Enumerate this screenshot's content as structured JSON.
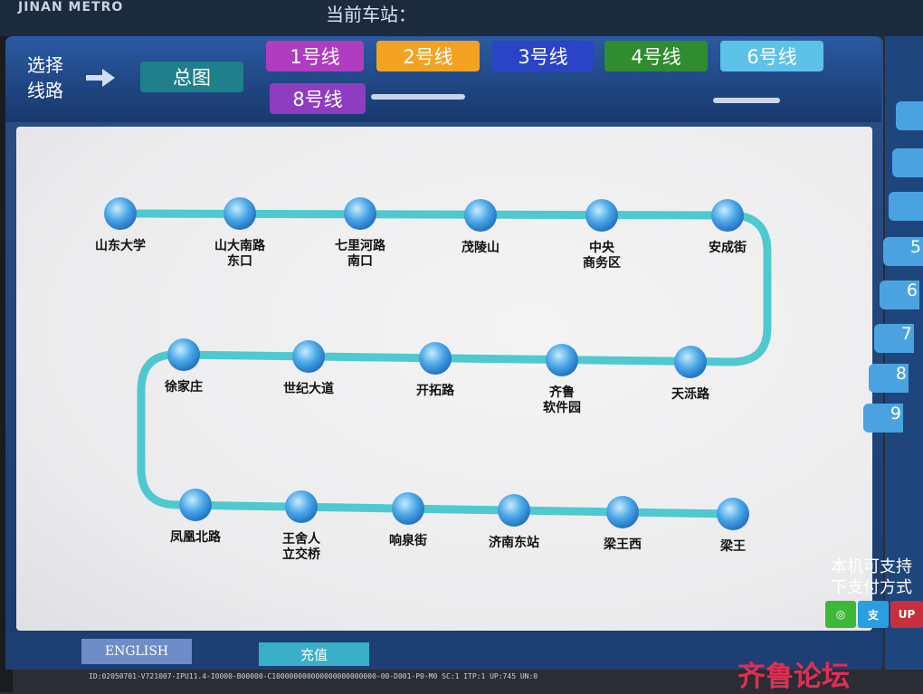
{
  "header": {
    "brand": "JINAN METRO",
    "title_partial": "当前车站："
  },
  "selector": {
    "label": "选择\n线路",
    "overview": "总图",
    "lines": [
      {
        "label": "1号线",
        "color": "#b03cc0"
      },
      {
        "label": "2号线",
        "color": "#f3a321"
      },
      {
        "label": "3号线",
        "color": "#2a43c7"
      },
      {
        "label": "4号线",
        "color": "#2f8d2f"
      },
      {
        "label": "6号线",
        "color": "#5cc2e8"
      },
      {
        "label": "8号线",
        "color": "#8e3cc0"
      }
    ]
  },
  "route": {
    "line_color": "#4fc9cf",
    "stations": [
      {
        "name": "山东大学"
      },
      {
        "name": "山大南路\n东口"
      },
      {
        "name": "七里河路\n南口"
      },
      {
        "name": "茂陵山"
      },
      {
        "name": "中央\n商务区"
      },
      {
        "name": "安成街"
      },
      {
        "name": "天泺路"
      },
      {
        "name": "齐鲁\n软件园"
      },
      {
        "name": "开拓路"
      },
      {
        "name": "世纪大道"
      },
      {
        "name": "徐家庄"
      },
      {
        "name": "凤凰北路"
      },
      {
        "name": "王舍人\n立交桥"
      },
      {
        "name": "响泉街"
      },
      {
        "name": "济南东站"
      },
      {
        "name": "梁王西"
      },
      {
        "name": "梁王"
      }
    ]
  },
  "numpad": [
    "5",
    "6",
    "7",
    "8",
    "9"
  ],
  "payment": {
    "text": "本机可支持\n下支付方式",
    "icons": [
      "wechat-pay-icon",
      "alipay-icon",
      "unionpay-icon"
    ]
  },
  "footer": {
    "english_label": "ENGLISH",
    "recharge_label": "充值",
    "status": "ID:02050701-V721007-IPU11.4-I0000-B00000-C100000000000000000000000-00-D001-P0-M0 SC:1 ITP:1 UP:745 UN:0"
  },
  "watermark": "齐鲁论坛"
}
